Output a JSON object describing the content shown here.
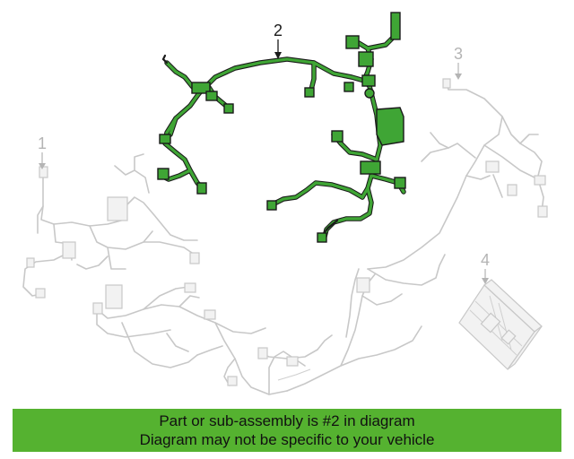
{
  "callouts": {
    "one": "1",
    "two": "2",
    "three": "3",
    "four": "4"
  },
  "banner": {
    "line1": "Part or sub-assembly is #2 in diagram",
    "line2": "Diagram may not be specific to your vehicle"
  },
  "colors": {
    "highlight": "#3fa535",
    "banner": "#55b230",
    "ghost": "#c8c8c8"
  }
}
